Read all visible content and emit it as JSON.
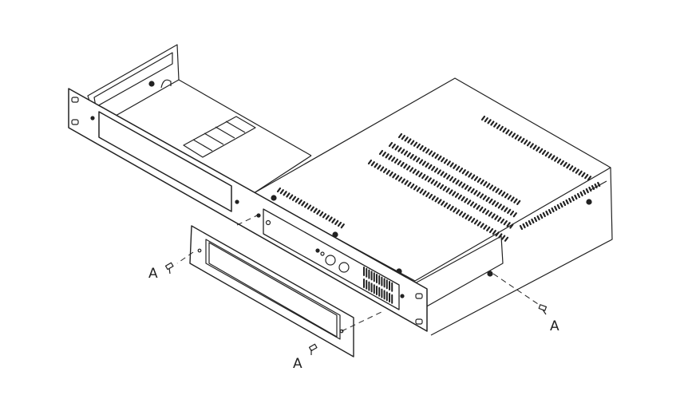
{
  "diagram": {
    "callouts": [
      {
        "id": "screw-left",
        "label": "A"
      },
      {
        "id": "screw-bottom",
        "label": "A"
      },
      {
        "id": "screw-right",
        "label": "A"
      }
    ],
    "colors": {
      "line": "#222222",
      "background": "#ffffff"
    }
  }
}
